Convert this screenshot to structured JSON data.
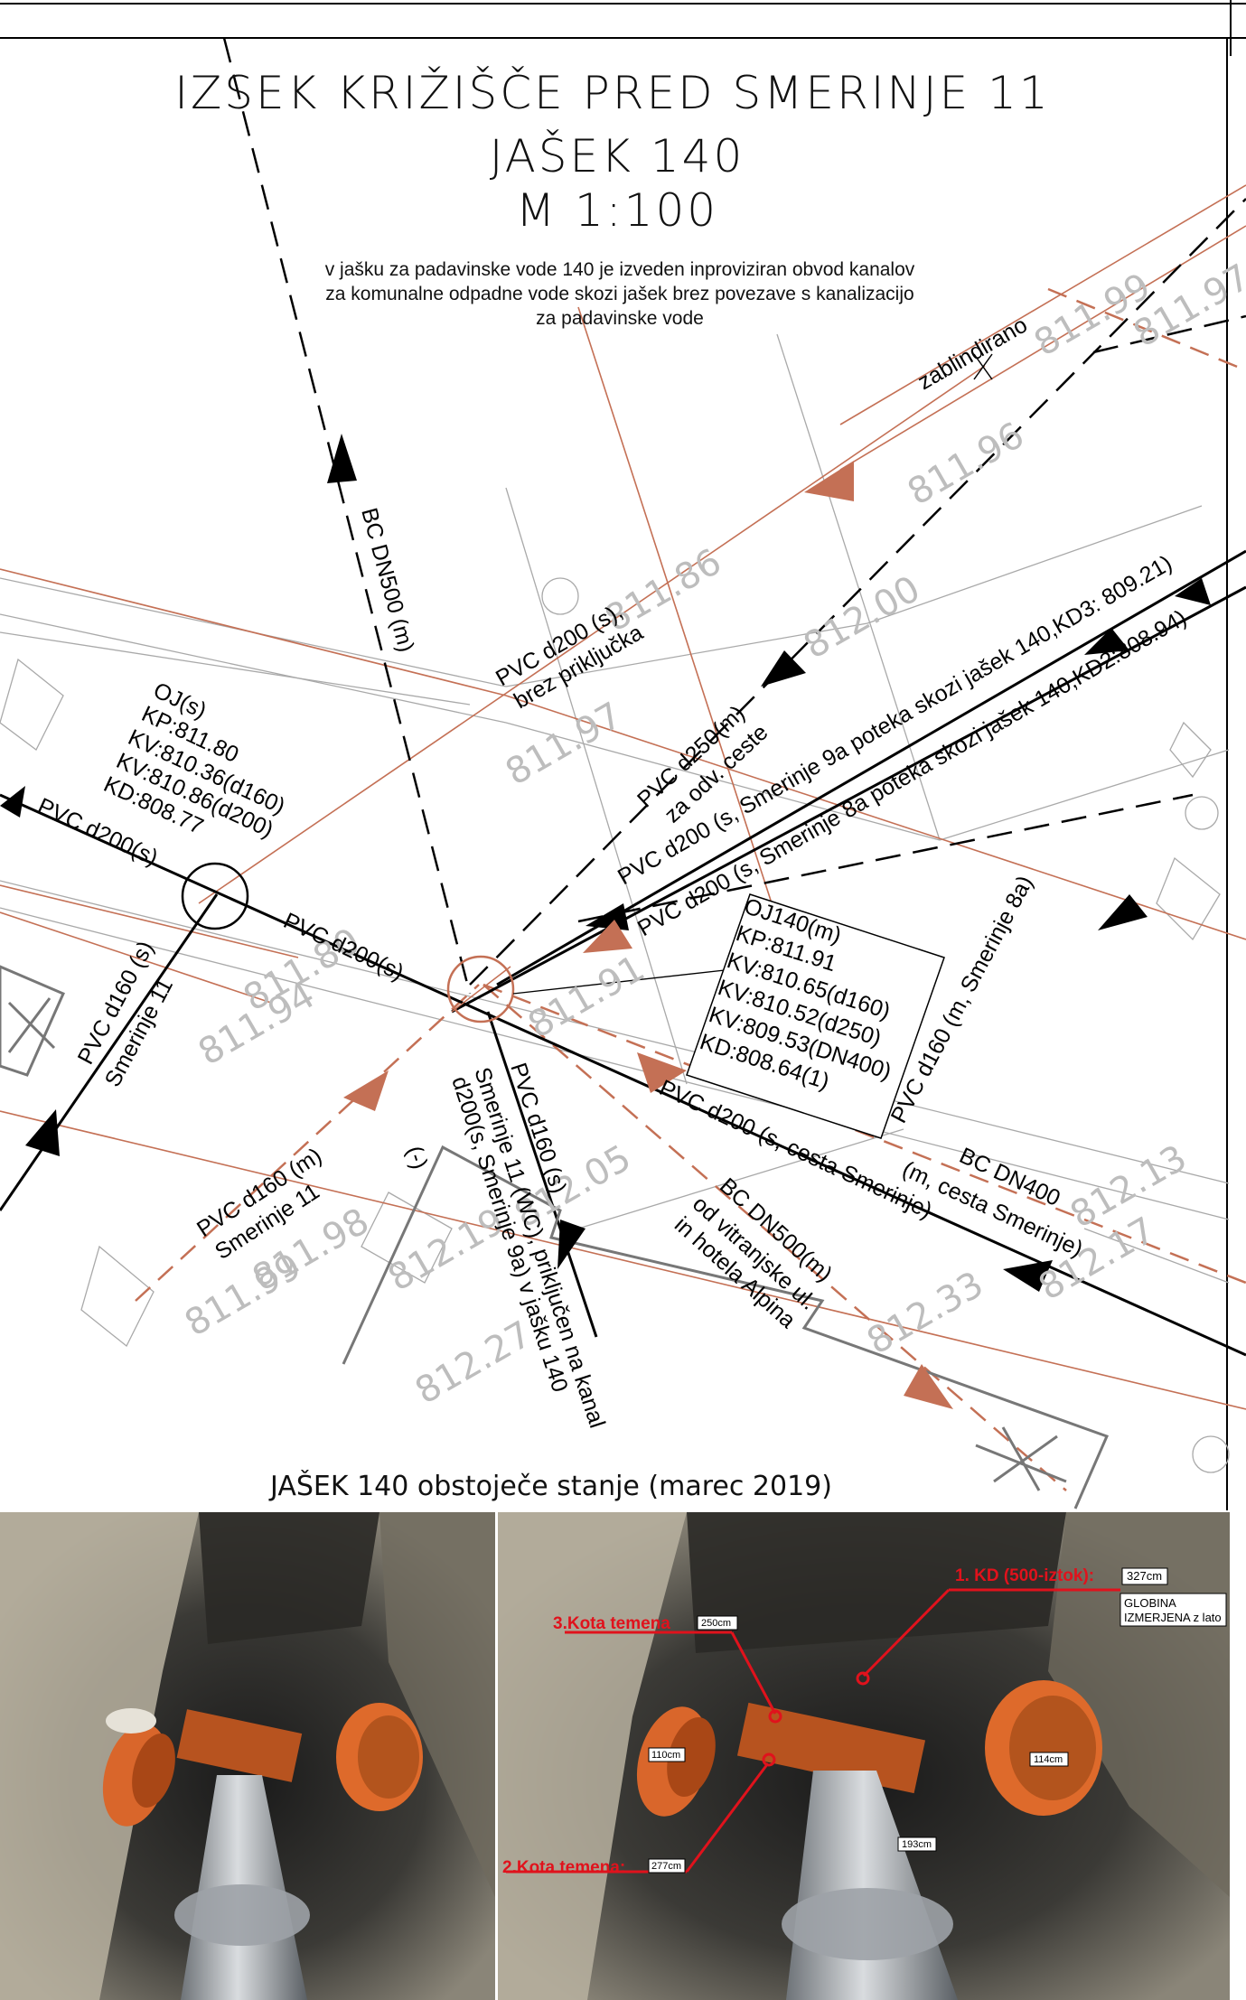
{
  "title": {
    "line1": "IZSEK KRIŽIŠČE PRED SMERINJE 11",
    "line2": "JAŠEK 140",
    "line3": "M 1:100"
  },
  "note": [
    "v jašku za padavinske vode 140 je izveden inproviziran obvod kanalov",
    "za komunalne odpadne vode skozi jašek brez povezave s kanalizacijo",
    "za padavinske vode"
  ],
  "pipe_labels": {
    "bc_dn500_m": "BC DN500 (m)",
    "zablindirano": "zablindirano",
    "pvc200_brez_1": "PVC d200 (s),",
    "pvc200_brez_2": "brez priključka",
    "pvc250_1": "PVC d250(m)",
    "pvc250_2": "za odv. ceste",
    "pvc200_9a": "PVC d200 (s, Smerinje 9a poteka skozi jašek 140,KD3: 809.21)",
    "pvc200_8a": "PVC d200 (s, Smerinje 8a poteka skozi jašek 140,KD2:808.94)",
    "pvc200_s_left": "PVC d200(s)",
    "pvc200_s_mid": "PVC d200(s)",
    "pvc160_s_1": "PVC d160 (s)",
    "pvc160_s_2": "Smerinje 11",
    "pvc160_m_1": "PVC d160 (m)",
    "pvc160_m_2": "Smerinje 11",
    "wc_1": "Smerinje 11 (WC), priključen na kanal",
    "wc_2": "d200(s, Smerinje 9a) v jašku 140",
    "pvc160_s_wc": "PVC d160 (s)",
    "pvc200_cesta": "PVC d200 (s, cesta Smerinje)",
    "bc_dn400_1": "BC DN400",
    "bc_dn400_2": "(m, cesta Smerinje)",
    "bc_dn500_vit_1": "BC DN500(m)",
    "bc_dn500_vit_2": "od vitranjske ul.",
    "bc_dn500_vit_3": "in hotela Alpina",
    "pvc160_8a": "PVC d160 (m, Smerinje 8a)",
    "arrow_marker": "(-)"
  },
  "oj_left": [
    "OJ(s)",
    "KP:811.80",
    "KV:810.36(d160)",
    "KV:810.86(d200)",
    "KD:808.77"
  ],
  "oj140": [
    "OJ140(m)",
    "KP:811.91",
    "KV:810.65(d160)",
    "KV:810.52(d250)",
    "KV:809.53(DN400)",
    "KD:808.64(1)"
  ],
  "elevations": {
    "e1": "811.96",
    "e2": "811.99",
    "e3": "811.97",
    "e4": "811.80",
    "e5": "811.94",
    "e6": "811.91",
    "e7": "812.13",
    "e8": "812.17",
    "e9": "812.33",
    "e10": "812.27",
    "e11": "811.98",
    "e12": "812.19",
    "e13": "811.86",
    "e14": "812.00",
    "e15": "811.99",
    "e16": "812.05",
    "e17": "811.97"
  },
  "caption": "JAŠEK 140 obstoječe stanje (marec 2019)",
  "photo_annotations": {
    "kd_label": "1. KD (500-iztok):",
    "kd_value": "327cm",
    "globina_1": "GLOBINA",
    "globina_2": "IZMERJENA z lato",
    "kota3_label": "3.Kota temena",
    "kota3_value": "250cm",
    "kota2_label": "2.Kota temena:",
    "kota2_value": "277cm",
    "m110": "110cm",
    "m114": "114cm",
    "m193": "193cm"
  },
  "colors": {
    "brown": "#c47055",
    "black": "#000000",
    "grey": "#8a8a8a",
    "red": "#e0121c"
  }
}
